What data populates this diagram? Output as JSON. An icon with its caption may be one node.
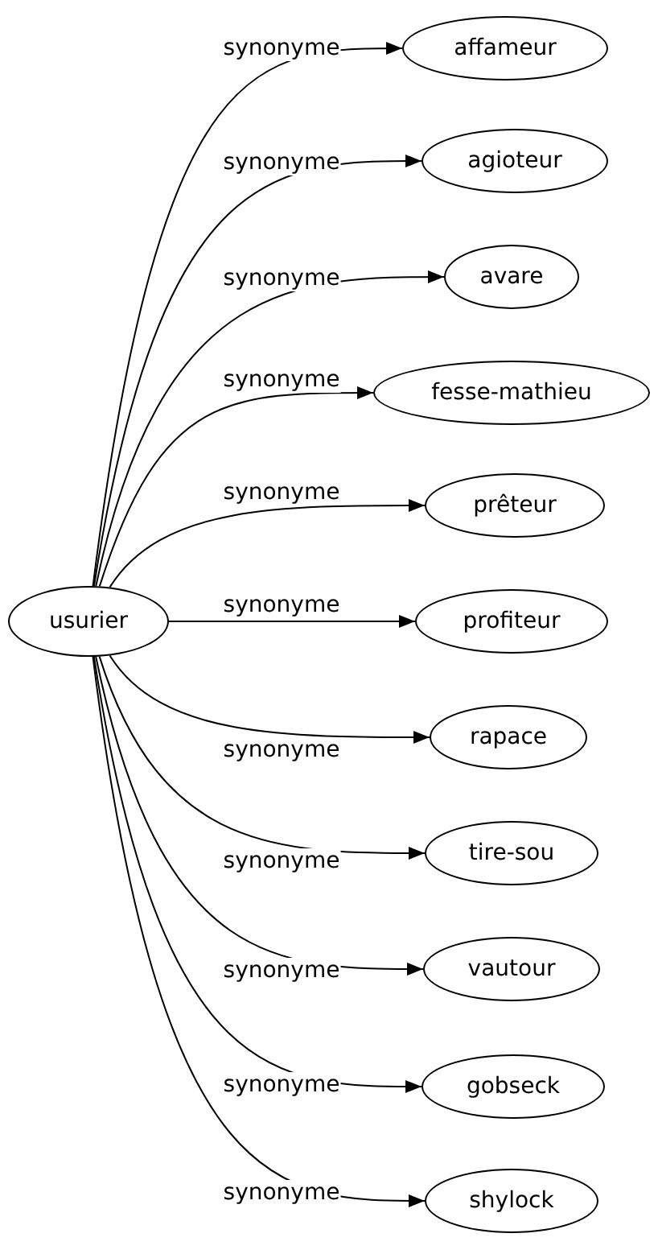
{
  "diagram": {
    "nodes": [
      {
        "text": [
          "usurier"
        ]
      },
      {
        "text": [
          "affameur"
        ]
      },
      {
        "text": [
          "agioteur"
        ]
      },
      {
        "text": [
          "avare"
        ]
      },
      {
        "text": [
          "fesse-mathieu"
        ]
      },
      {
        "text": [
          "prêteur"
        ]
      },
      {
        "text": [
          "profiteur"
        ]
      },
      {
        "text": [
          "rapace"
        ]
      },
      {
        "text": [
          "tire-sou"
        ]
      },
      {
        "text": [
          "vautour"
        ]
      },
      {
        "text": [
          "gobseck"
        ]
      },
      {
        "text": [
          "shylock"
        ]
      }
    ],
    "edges": [
      {
        "from": 0,
        "to": 1,
        "arrow": "to",
        "label": "synonyme"
      },
      {
        "from": 0,
        "to": 2,
        "arrow": "to",
        "label": "synonyme"
      },
      {
        "from": 0,
        "to": 3,
        "arrow": "to",
        "label": "synonyme"
      },
      {
        "from": 0,
        "to": 4,
        "arrow": "to",
        "label": "synonyme"
      },
      {
        "from": 0,
        "to": 5,
        "arrow": "to",
        "label": "synonyme"
      },
      {
        "from": 0,
        "to": 6,
        "arrow": "to",
        "label": "synonyme"
      },
      {
        "from": 0,
        "to": 7,
        "arrow": "to",
        "label": "synonyme"
      },
      {
        "from": 0,
        "to": 8,
        "arrow": "to",
        "label": "synonyme"
      },
      {
        "from": 0,
        "to": 9,
        "arrow": "to",
        "label": "synonyme"
      },
      {
        "from": 0,
        "to": 10,
        "arrow": "to",
        "label": "synonyme"
      },
      {
        "from": 0,
        "to": 11,
        "arrow": "to",
        "label": "synonyme"
      }
    ]
  }
}
